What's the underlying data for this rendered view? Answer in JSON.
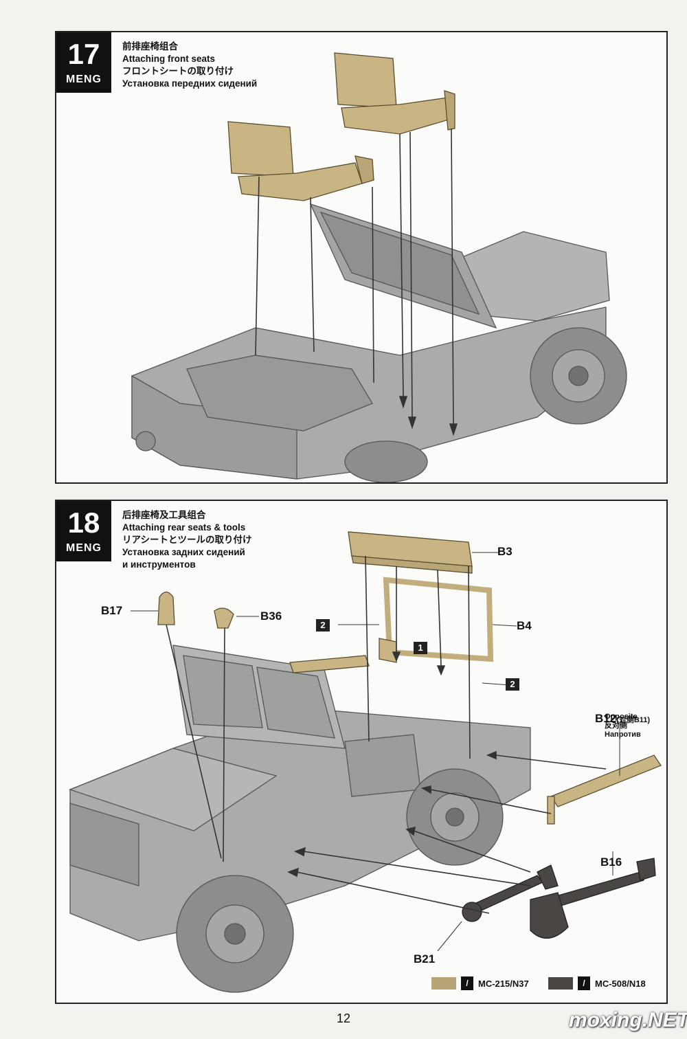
{
  "step17": {
    "number": "17",
    "logo": "MENG",
    "title_zh": "前排座椅组合",
    "title_en": "Attaching front seats",
    "title_ja": "フロントシートの取り付け",
    "title_ru": "Установка передних сидений"
  },
  "step18": {
    "number": "18",
    "logo": "MENG",
    "title_zh": "后排座椅及工具组合",
    "title_en": "Attaching rear seats & tools",
    "title_ja": "リアシートとツールの取り付け",
    "title_ru_1": "Установка задних сидений",
    "title_ru_2": "и инструментов",
    "part_labels": {
      "b3": "B3",
      "b4": "B4",
      "b17": "B17",
      "b36": "B36",
      "b12": "B12",
      "b12_note": "(对侧B11)",
      "b16": "B16",
      "b21": "B21"
    },
    "opposite": {
      "en": "Opposite",
      "zh": "反对侧",
      "ru": "Напротив"
    },
    "seq": {
      "one": "1",
      "two_a": "2",
      "two_b": "2"
    }
  },
  "legend": {
    "color1": "#b7a476",
    "color2": "#4a4643",
    "code1": "MC-215/N37",
    "code2": "MC-508/N18",
    "brush_icon": "paint-brush-icon"
  },
  "page_number": "12",
  "watermark": "moxing.NET"
}
